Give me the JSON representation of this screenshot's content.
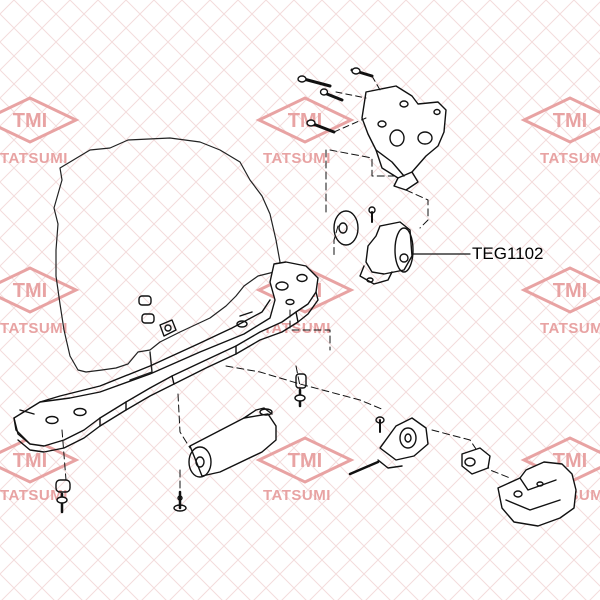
{
  "watermark": {
    "brand": "TMI",
    "name": "TATSUMI",
    "color": "#e8a3a3"
  },
  "callout": {
    "part_number": "TEG1102"
  }
}
